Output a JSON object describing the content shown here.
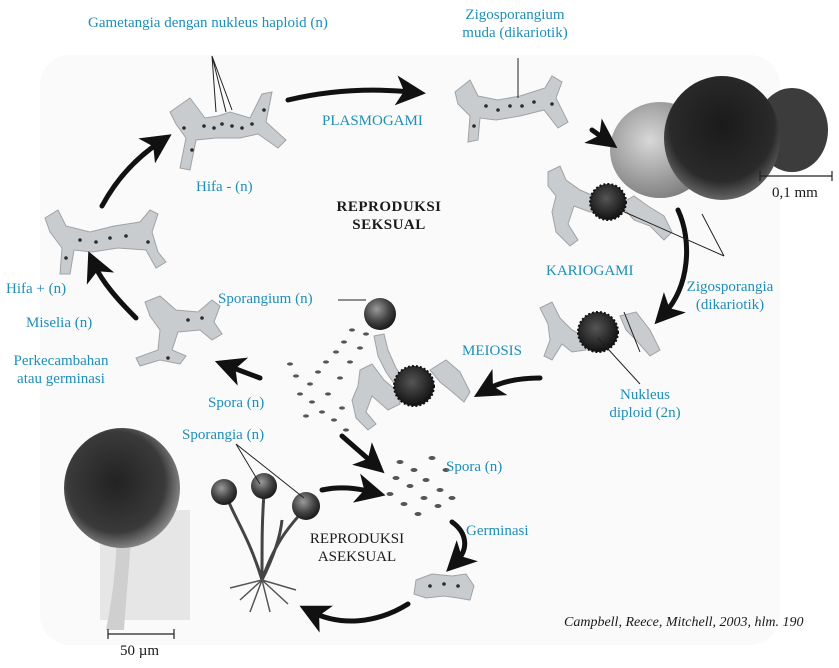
{
  "labels": {
    "gametangia": "Gametangia dengan nukleus haploid (n)",
    "zigosporangium_muda_1": "Zigosporangium",
    "zigosporangium_muda_2": "muda (dikariotik)",
    "plasmogami": "PLASMOGAMI",
    "hifa_minus": "Hifa - (n)",
    "reproduksi_seksual_1": "REPRODUKSI",
    "reproduksi_seksual_2": "SEKSUAL",
    "scale_01mm": "0,1 mm",
    "kariogami": "KARIOGAMI",
    "zigosporangia_1": "Zigosporangia",
    "zigosporangia_2": "(dikariotik)",
    "hifa_plus": "Hifa + (n)",
    "miselia": "Miselia (n)",
    "sporangium": "Sporangium (n)",
    "perkecambahan_1": "Perkecambahan",
    "perkecambahan_2": "atau germinasi",
    "meiosis": "MEIOSIS",
    "nukleus_1": "Nukleus",
    "nukleus_2": "diploid (2n)",
    "spora_left": "Spora (n)",
    "sporangia": "Sporangia (n)",
    "spora_right": "Spora (n)",
    "germinasi": "Germinasi",
    "reproduksi_aseksual_1": "REPRODUKSI",
    "reproduksi_aseksual_2": "ASEKSUAL",
    "scale_50um": "50 µm",
    "citation": "Campbell, Reece, Mitchell, 2003, hlm. 190"
  },
  "colors": {
    "label": "#1e8fb8",
    "text_dark": "#1a1a1a",
    "arrow": "#111111",
    "hypha": "#c9ccce",
    "spore": "#555555"
  }
}
